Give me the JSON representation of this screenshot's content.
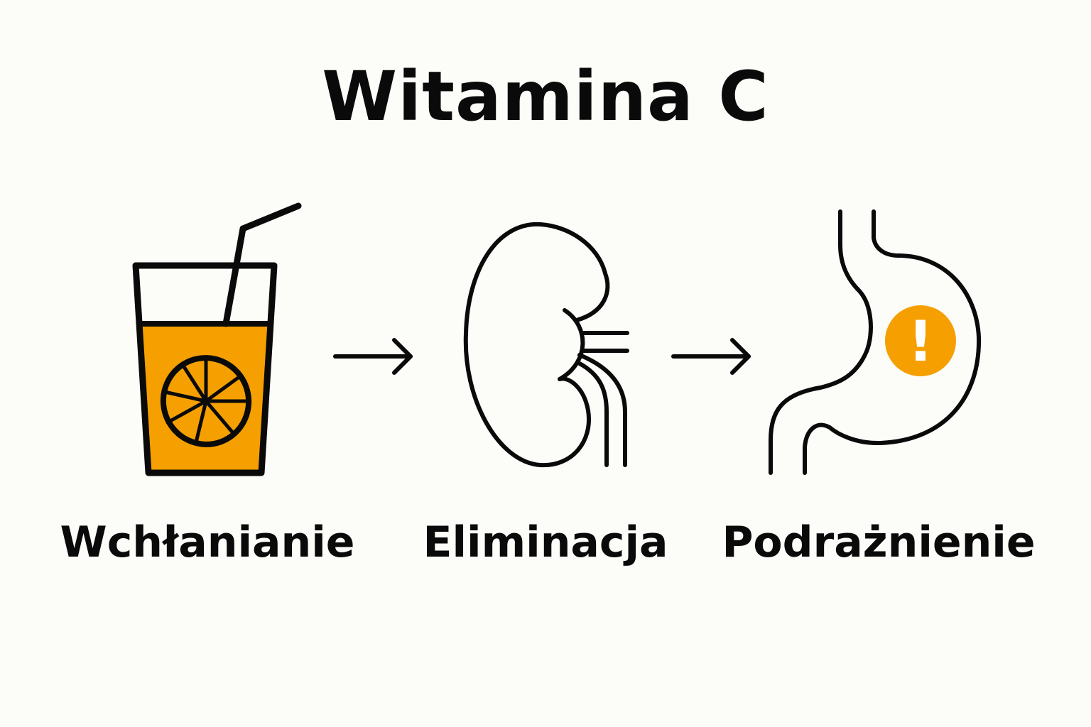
{
  "title": "Witamina C",
  "steps": [
    {
      "label": "Wchłanianie",
      "icon": "juice-glass-icon"
    },
    {
      "label": "Eliminacja",
      "icon": "kidney-icon"
    },
    {
      "label": "Podrażnienie",
      "icon": "stomach-icon"
    }
  ],
  "warning_symbol": "!",
  "colors": {
    "accent": "#f5a000",
    "stroke": "#0a0a0a",
    "background": "#fcfcf9"
  }
}
